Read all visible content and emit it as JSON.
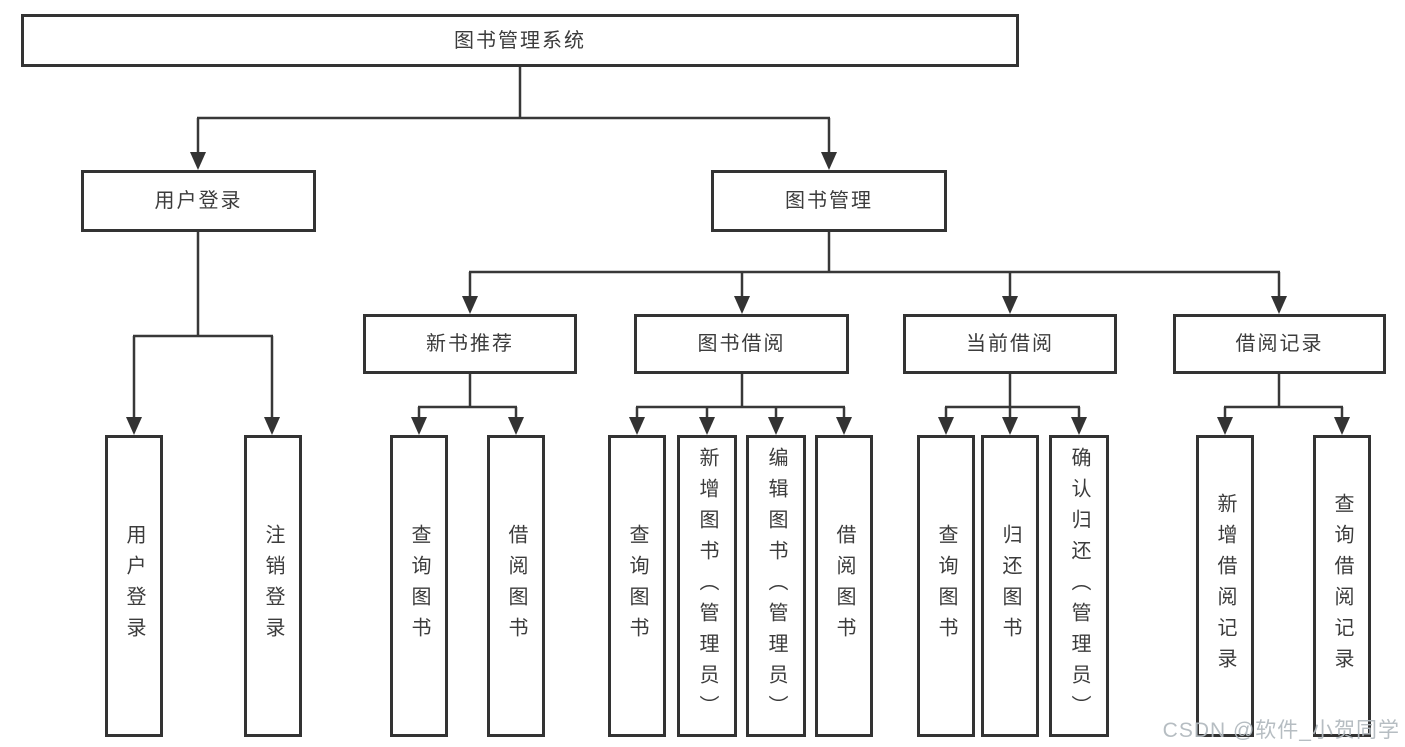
{
  "diagram": {
    "type": "tree",
    "watermark": "CSDN @软件_小贺同学",
    "colors": {
      "line": "#383838",
      "box_border": "#333333",
      "text": "#3c3c3c",
      "background": "#ffffff",
      "watermark": "#b2b9bf"
    },
    "nodes": {
      "root": {
        "label": "图书管理系统"
      },
      "level2": [
        {
          "label": "用户登录",
          "parent": "图书管理系统"
        },
        {
          "label": "图书管理",
          "parent": "图书管理系统"
        }
      ],
      "level3": [
        {
          "label": "新书推荐",
          "parent": "图书管理"
        },
        {
          "label": "图书借阅",
          "parent": "图书管理"
        },
        {
          "label": "当前借阅",
          "parent": "图书管理"
        },
        {
          "label": "借阅记录",
          "parent": "图书管理"
        }
      ],
      "leaves": [
        {
          "label": "用户登录",
          "parent": "用户登录"
        },
        {
          "label": "注销登录",
          "parent": "用户登录"
        },
        {
          "label": "查询图书",
          "parent": "新书推荐"
        },
        {
          "label": "借阅图书",
          "parent": "新书推荐"
        },
        {
          "label": "查询图书",
          "parent": "图书借阅"
        },
        {
          "label": "新增图书（管理员）",
          "parent": "图书借阅"
        },
        {
          "label": "编辑图书（管理员）",
          "parent": "图书借阅"
        },
        {
          "label": "借阅图书",
          "parent": "图书借阅"
        },
        {
          "label": "查询图书",
          "parent": "当前借阅"
        },
        {
          "label": "归还图书",
          "parent": "当前借阅"
        },
        {
          "label": "确认归还（管理员）",
          "parent": "当前借阅"
        },
        {
          "label": "新增借阅记录",
          "parent": "借阅记录"
        },
        {
          "label": "查询借阅记录",
          "parent": "借阅记录"
        }
      ]
    }
  }
}
